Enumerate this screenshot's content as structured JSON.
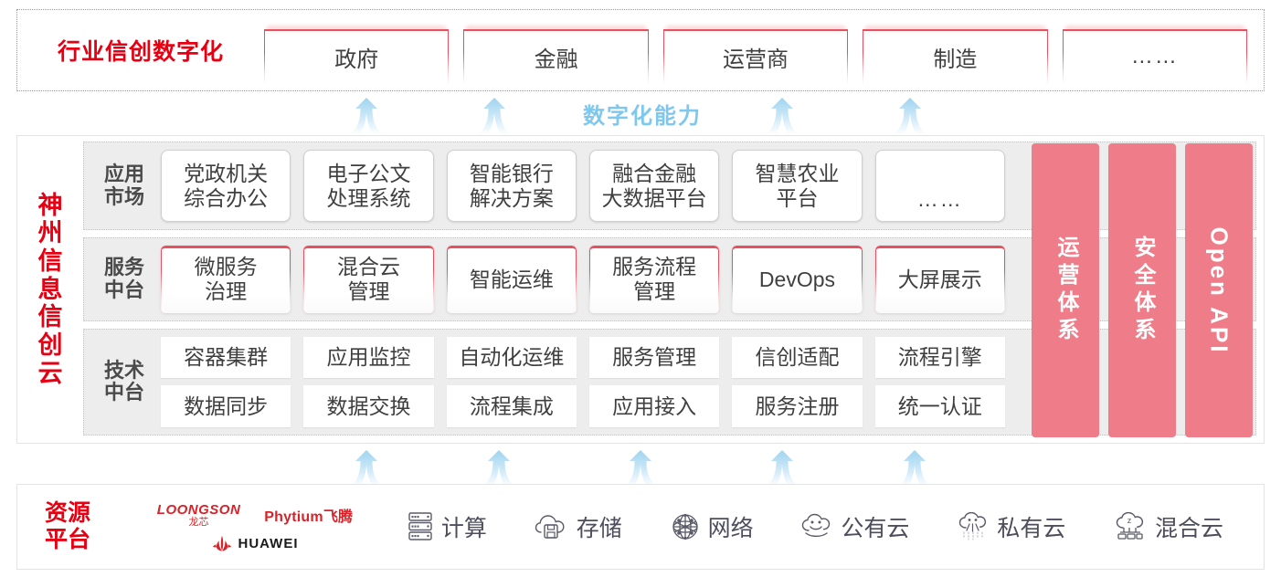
{
  "industry": {
    "title": "行业信创数字化",
    "boxes": [
      {
        "label": "政府"
      },
      {
        "label": "金融"
      },
      {
        "label": "运营商"
      },
      {
        "label": "制造"
      },
      {
        "label": "……"
      }
    ]
  },
  "capability_label": "数字化能力",
  "cloud": {
    "title_chars": [
      "神",
      "州",
      "信",
      "息",
      "信",
      "创",
      "云"
    ],
    "tiers": [
      {
        "label": "应用\n市场",
        "label_lines": [
          "应用",
          "市场"
        ],
        "style": "app",
        "items": [
          {
            "lines": [
              "党政机关",
              "综合办公"
            ]
          },
          {
            "lines": [
              "电子公文",
              "处理系统"
            ]
          },
          {
            "lines": [
              "智能银行",
              "解决方案"
            ]
          },
          {
            "lines": [
              "融合金融",
              "大数据平台"
            ]
          },
          {
            "lines": [
              "智慧农业",
              "平台"
            ]
          },
          {
            "lines": [
              "……"
            ],
            "is_ellipsis": true
          }
        ]
      },
      {
        "label_lines": [
          "服务",
          "中台"
        ],
        "style": "service",
        "items": [
          {
            "lines": [
              "微服务",
              "治理"
            ]
          },
          {
            "lines": [
              "混合云",
              "管理"
            ]
          },
          {
            "lines": [
              "智能运维"
            ]
          },
          {
            "lines": [
              "服务流程",
              "管理"
            ]
          },
          {
            "lines": [
              "DevOps"
            ]
          },
          {
            "lines": [
              "大屏展示"
            ]
          }
        ]
      },
      {
        "label_lines": [
          "技术",
          "中台"
        ],
        "style": "tech",
        "rows": [
          [
            "容器集群",
            "应用监控",
            "自动化运维",
            "服务管理",
            "信创适配",
            "流程引擎"
          ],
          [
            "数据同步",
            "数据交换",
            "流程集成",
            "应用接入",
            "服务注册",
            "统一认证"
          ]
        ]
      }
    ],
    "pillars": [
      {
        "text": "运营体系",
        "orientation": "vertical-cn"
      },
      {
        "text": "安全体系",
        "orientation": "vertical-cn"
      },
      {
        "text": "Open API",
        "orientation": "rotated-en"
      }
    ]
  },
  "resource": {
    "title_lines": [
      "资源",
      "平台"
    ],
    "vendors": [
      {
        "name": "LOONGSON",
        "sub": "龙芯"
      },
      {
        "name": "Phytium飞腾"
      },
      {
        "name": "HUAWEI"
      }
    ],
    "items": [
      {
        "label": "计算",
        "icon": "server-rack-icon"
      },
      {
        "label": "存储",
        "icon": "cloud-storage-icon"
      },
      {
        "label": "网络",
        "icon": "network-mesh-icon"
      },
      {
        "label": "公有云",
        "icon": "public-cloud-icon"
      },
      {
        "label": "私有云",
        "icon": "private-cloud-icon"
      },
      {
        "label": "混合云",
        "icon": "hybrid-cloud-icon"
      }
    ]
  },
  "colors": {
    "brand_red": "#e60012",
    "accent_pink": "#e8505f",
    "pillar_pink": "#ef7d89",
    "arrow_blue": "#a8d8f0",
    "capability_blue": "#7ec8ef",
    "tier_bg": "#ededed"
  },
  "arrows": {
    "upper_count": 4,
    "lower_count": 5
  }
}
